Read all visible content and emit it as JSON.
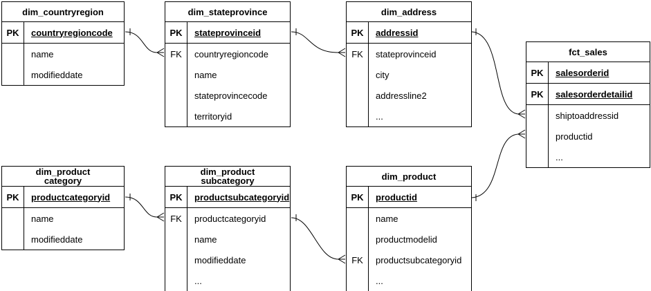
{
  "diagram": {
    "colors": {
      "line": "#000000",
      "text": "#000000",
      "background": "#ffffff",
      "table_fill": "#ffffff"
    },
    "notation": "crow-foot",
    "tables": [
      {
        "name": "dim_countryregion",
        "title_lines": [
          "dim_countryregion"
        ],
        "rows": [
          {
            "badge": "PK",
            "field": "countryregioncode",
            "is_key": true
          },
          {
            "badge": "",
            "field": "name",
            "is_key": false
          },
          {
            "badge": "",
            "field": "modifieddate",
            "is_key": false
          }
        ]
      },
      {
        "name": "dim_stateprovince",
        "title_lines": [
          "dim_stateprovince"
        ],
        "rows": [
          {
            "badge": "PK",
            "field": "stateprovinceid",
            "is_key": true
          },
          {
            "badge": "FK",
            "field": "countryregioncode",
            "is_key": false
          },
          {
            "badge": "",
            "field": "name",
            "is_key": false
          },
          {
            "badge": "",
            "field": "stateprovincecode",
            "is_key": false
          },
          {
            "badge": "",
            "field": "territoryid",
            "is_key": false
          }
        ]
      },
      {
        "name": "dim_address",
        "title_lines": [
          "dim_address"
        ],
        "rows": [
          {
            "badge": "PK",
            "field": "addressid",
            "is_key": true
          },
          {
            "badge": "FK",
            "field": "stateprovinceid",
            "is_key": false
          },
          {
            "badge": "",
            "field": "city",
            "is_key": false
          },
          {
            "badge": "",
            "field": "addressline2",
            "is_key": false
          },
          {
            "badge": "",
            "field": "...",
            "is_key": false
          }
        ]
      },
      {
        "name": "fct_sales",
        "title_lines": [
          "fct_sales"
        ],
        "rows": [
          {
            "badge": "PK",
            "field": "salesorderid",
            "is_key": true
          },
          {
            "badge": "PK",
            "field": "salesorderdetailid",
            "is_key": true
          },
          {
            "badge": "",
            "field": "shiptoaddressid",
            "is_key": false
          },
          {
            "badge": "",
            "field": "productid",
            "is_key": false
          },
          {
            "badge": "",
            "field": "...",
            "is_key": false
          }
        ]
      },
      {
        "name": "dim_productcategory",
        "title_lines": [
          "dim_product",
          "category"
        ],
        "rows": [
          {
            "badge": "PK",
            "field": "productcategoryid",
            "is_key": true
          },
          {
            "badge": "",
            "field": "name",
            "is_key": false
          },
          {
            "badge": "",
            "field": "modifieddate",
            "is_key": false
          }
        ]
      },
      {
        "name": "dim_productsubcategory",
        "title_lines": [
          "dim_product",
          "subcategory"
        ],
        "rows": [
          {
            "badge": "PK",
            "field": "productsubcategoryid",
            "is_key": true
          },
          {
            "badge": "FK",
            "field": "productcategoryid",
            "is_key": false
          },
          {
            "badge": "",
            "field": "name",
            "is_key": false
          },
          {
            "badge": "",
            "field": "modifieddate",
            "is_key": false
          },
          {
            "badge": "",
            "field": "...",
            "is_key": false
          }
        ]
      },
      {
        "name": "dim_product",
        "title_lines": [
          "dim_product"
        ],
        "rows": [
          {
            "badge": "PK",
            "field": "productid",
            "is_key": true
          },
          {
            "badge": "",
            "field": "name",
            "is_key": false
          },
          {
            "badge": "",
            "field": "productmodelid",
            "is_key": false
          },
          {
            "badge": "FK",
            "field": "productsubcategoryid",
            "is_key": false
          },
          {
            "badge": "",
            "field": "...",
            "is_key": false
          }
        ]
      }
    ],
    "relationships": [
      {
        "from_table": "dim_countryregion",
        "from_field": "countryregioncode",
        "to_table": "dim_stateprovince",
        "to_field": "countryregioncode",
        "from_cardinality": "one",
        "to_cardinality": "many"
      },
      {
        "from_table": "dim_stateprovince",
        "from_field": "stateprovinceid",
        "to_table": "dim_address",
        "to_field": "stateprovinceid",
        "from_cardinality": "one",
        "to_cardinality": "many"
      },
      {
        "from_table": "dim_address",
        "from_field": "addressid",
        "to_table": "fct_sales",
        "to_field": "shiptoaddressid",
        "from_cardinality": "one",
        "to_cardinality": "many"
      },
      {
        "from_table": "dim_product",
        "from_field": "productid",
        "to_table": "fct_sales",
        "to_field": "productid",
        "from_cardinality": "one",
        "to_cardinality": "many"
      },
      {
        "from_table": "dim_productcategory",
        "from_field": "productcategoryid",
        "to_table": "dim_productsubcategory",
        "to_field": "productcategoryid",
        "from_cardinality": "one",
        "to_cardinality": "many"
      },
      {
        "from_table": "dim_productsubcategory",
        "from_field": "productsubcategoryid",
        "to_table": "dim_product",
        "to_field": "productsubcategoryid",
        "from_cardinality": "one",
        "to_cardinality": "many"
      }
    ]
  }
}
